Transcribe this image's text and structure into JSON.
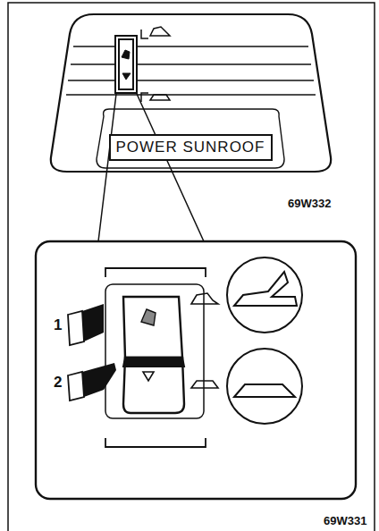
{
  "diagram": {
    "nodes": [
      {
        "text": [
          "POWER SUNROOF"
        ]
      }
    ],
    "labels": [
      "69W332",
      "1",
      "2",
      "69W331"
    ]
  }
}
